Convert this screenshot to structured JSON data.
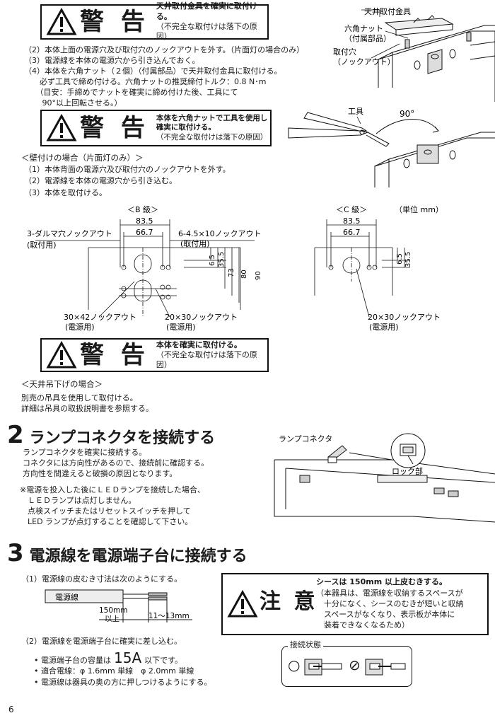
{
  "warning1": {
    "label": "警 告",
    "line1": "天井取付金具を確実に取付ける。",
    "line2": "（不完全な取付けは落下の原因）"
  },
  "fig1": {
    "bracket": "天井取付金具",
    "nut": "六角ナット",
    "nut2": "（付属部品）",
    "hole": "取付穴",
    "hole2": "（ノックアウト）"
  },
  "steps_top": [
    "（2）本体上面の電源穴及び取付穴のノックアウトを外す。（片面灯の場合のみ）",
    "（3）電源線を本体の電源穴から引き込んでおく。",
    "（4）本体を六角ナット（２個）（付属部品）で天井取付金具に取付ける。",
    "　　必ず工具で締め付ける。六角ナットの推奨締付トルク：0.8 N･m",
    "　　（目安：手締めでナットを確実に締め付けた後、工具にて",
    "　　 90°以上回転させる。）"
  ],
  "warning2": {
    "label": "警 告",
    "line1": "本体を六角ナットで工具を使用し",
    "line2": "確実に取付ける。",
    "line3": "（不完全な取付けは落下の原因）"
  },
  "fig2": {
    "tool": "工具",
    "angle": "90°"
  },
  "wall": {
    "title": "＜壁付けの場合（片面灯のみ）＞",
    "lines": [
      "（1）本体背面の電源穴及び取付穴のノックアウトを外す。",
      "（2）電源線を本体の電源穴から引き込む。",
      "（3）本体を取付ける。"
    ]
  },
  "dimB": {
    "title": "＜B 級＞",
    "d1": "83.5",
    "d2": "66.7",
    "lbl_left": "3-ダルマ穴ノックアウト",
    "lbl_left2": "(取付用)",
    "lbl_right": "6-4.5×10ノックアウト",
    "lbl_right2": "(取付用)",
    "v1": "6.5",
    "v2": "35.5",
    "v3": "73",
    "v4": "80",
    "v5": "90",
    "bot_left": "30×42ノックアウト",
    "bot_left2": "(電源用)",
    "bot_right": "20×30ノックアウト",
    "bot_right2": "(電源用)"
  },
  "dimC": {
    "title": "＜C 級＞",
    "unit": "（単位 mm）",
    "d1": "83.5",
    "d2": "66.7",
    "v1": "6.5",
    "v2": "35.5",
    "bot": "20×30ノックアウト",
    "bot2": "(電源用)"
  },
  "warning3": {
    "label": "警 告",
    "line1": "本体を確実に取付ける。",
    "line2": "（不完全な取付けは落下の原因）"
  },
  "ceiling": {
    "title": "＜天井吊下げの場合＞",
    "lines": [
      "別売の吊具を使用して取付ける。",
      "詳細は吊具の取扱説明書を参照する。"
    ]
  },
  "sec2": {
    "num": "2",
    "title": "ランプコネクタを接続する",
    "lines": [
      "ランプコネクタを確実に接続する。",
      "コネクタには方向性があるので、接続前に確認する。",
      "方向性を間違えると破損の原因となります。"
    ],
    "note": [
      "※電源を投入した後にＬＥＤランプを接続した場合、",
      "　ＬＥＤランプは点灯しません。",
      "　点検スイッチまたはリセットスイッチを押して",
      "　LED ランプが点灯することを確認して下さい。"
    ],
    "fig_connector": "ランプコネクタ",
    "fig_lock": "ロック部"
  },
  "sec3": {
    "num": "3",
    "title": "電源線を電源端子台に接続する",
    "step1": "（1）電源線の皮むき寸法は次のようにする。",
    "wire_label": "電源線",
    "strip1": "150mm",
    "strip1b": "以上",
    "strip2": "11〜13mm",
    "step2": "（2）電源線を電源端子台に確実に差し込む。",
    "bullet1a": "電源端子台の容量は",
    "bullet1b": "15A",
    "bullet1c": "以下です。",
    "bullet2": "適合電線：φ 1.6mm 単線　φ 2.0mm 単線",
    "bullet3": "電源線は器具の奥の方に押しつけるようにする。"
  },
  "caution": {
    "label": "注 意",
    "line1": "シースは 150mm 以上皮むきする。",
    "lines": [
      "（本器具は、電源線を収納するスペースが",
      "　十分になく、シースのむきが短いと収納",
      "　スペースがなくなり、表示板が本体に",
      "　装着できなくなるため）"
    ]
  },
  "status": {
    "title": "接続状態",
    "ok": "○",
    "ng": "⊘"
  },
  "page_number": "6"
}
